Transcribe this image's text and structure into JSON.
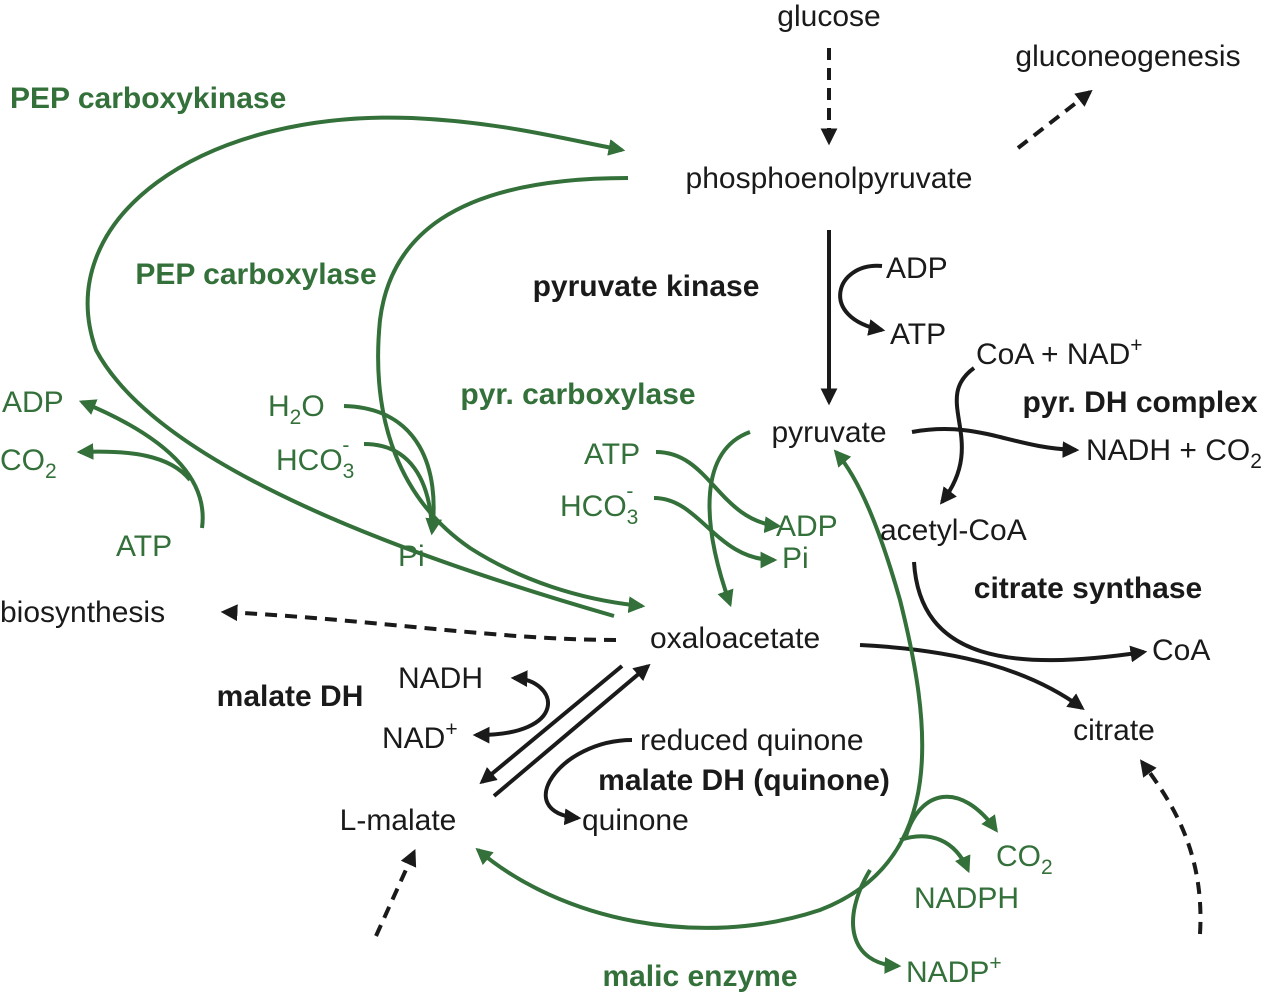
{
  "colors": {
    "black": "#1a1a1a",
    "green": "#33703a"
  },
  "metabolites": {
    "glucose": "glucose",
    "gluconeogenesis": "gluconeogenesis",
    "pep": "phosphoenolpyruvate",
    "pyruvate": "pyruvate",
    "oxaloacetate": "oxaloacetate",
    "acetyl_coa": "acetyl-CoA",
    "citrate": "citrate",
    "l_malate": "L-malate",
    "biosynthesis": "biosynthesis"
  },
  "cofactors": {
    "pk_adp": "ADP",
    "pk_atp": "ATP",
    "pdh_in_a": "CoA + NAD",
    "pdh_in_sup": "+",
    "pdh_out_a": "NADH + CO",
    "pdh_out_sub": "2",
    "cs_coa": "CoA",
    "pepck_adp": "ADP",
    "pepck_co2": "CO",
    "pepck_co2_sub": "2",
    "pepck_atp": "ATP",
    "ppc_h2o_a": "H",
    "ppc_h2o_sub": "2",
    "ppc_h2o_b": "O",
    "ppc_hco3": "HCO",
    "ppc_hco3_sub": "3",
    "ppc_hco3_sup": "-",
    "ppc_pi": "Pi",
    "pyc_atp": "ATP",
    "pyc_hco3": "HCO",
    "pyc_hco3_sub": "3",
    "pyc_hco3_sup": "-",
    "pyc_adp": "ADP",
    "pyc_pi": "Pi",
    "mdh_nadh": "NADH",
    "mdh_nad": "NAD",
    "mdh_nad_sup": "+",
    "mqo_reduced": "reduced quinone",
    "mqo_quinone": "quinone",
    "me_co2": "CO",
    "me_co2_sub": "2",
    "me_nadph": "NADPH",
    "me_nadp": "NADP",
    "me_nadp_sup": "+"
  },
  "enzymes": {
    "pepck": "PEP carboxykinase",
    "ppc": "PEP carboxylase",
    "pk": "pyruvate kinase",
    "pyc": "pyr. carboxylase",
    "pdh": "pyr. DH complex",
    "cs": "citrate synthase",
    "mdh": "malate DH",
    "mqo": "malate DH (quinone)",
    "me": "malic enzyme"
  }
}
